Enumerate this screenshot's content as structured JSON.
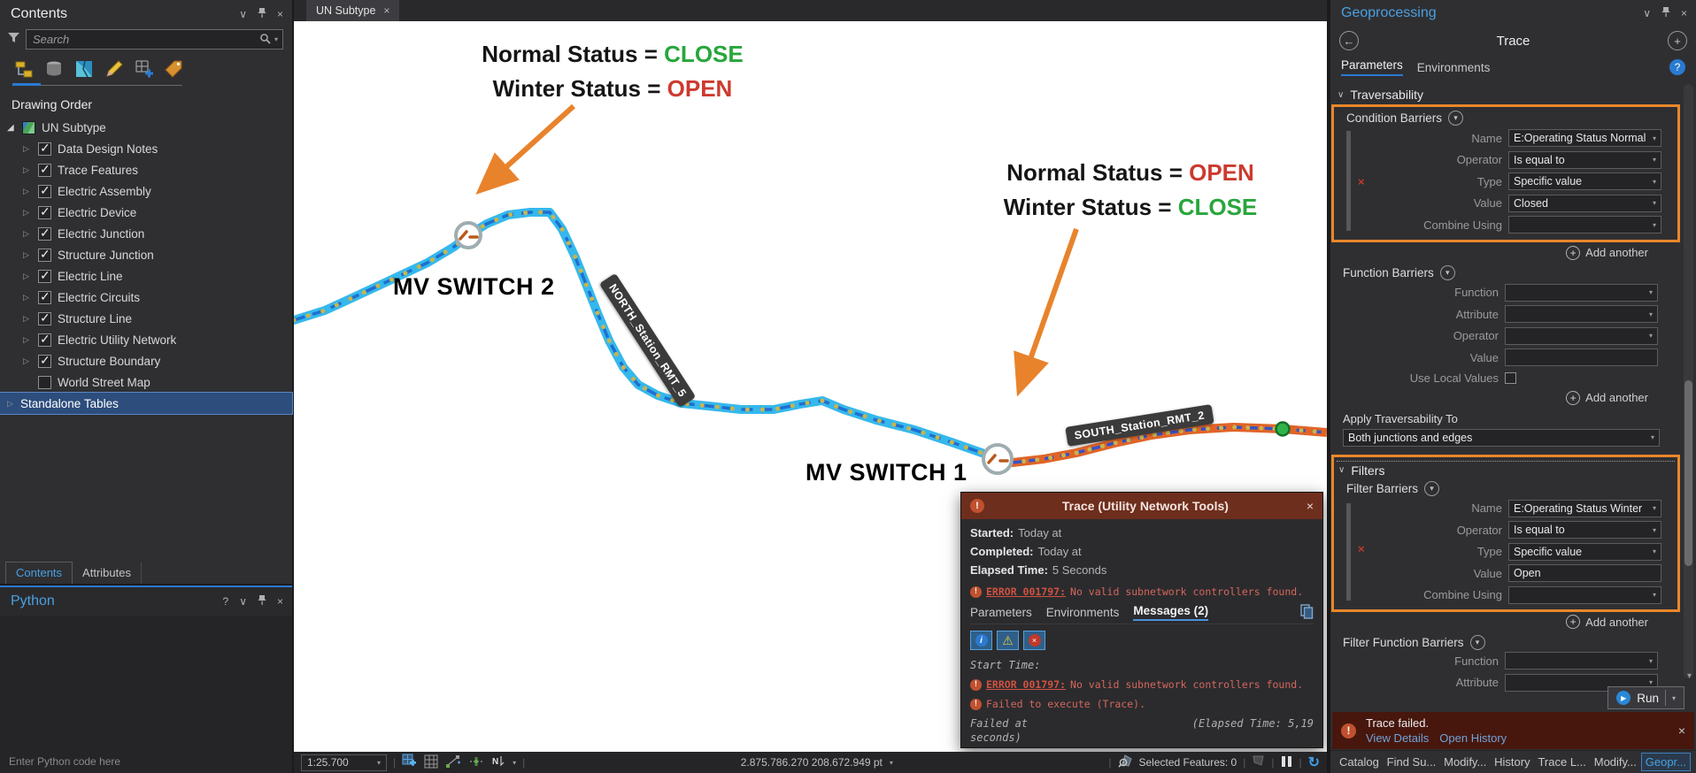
{
  "colors": {
    "accent_blue": "#4AA0E0",
    "selection_blue": "#2D4D7C",
    "highlight_orange": "#E8872A",
    "annotation_green": "#28A63C",
    "annotation_red": "#CC3A2E",
    "arrow_orange": "#E8832C",
    "line_cyan": "#35B8EC",
    "line_orange": "#E06428",
    "dialog_header_red": "#6E2E1D",
    "error_text": "#D4675A",
    "trace_dot_green": "#2FB44A"
  },
  "icons": {
    "close": "×",
    "chevron": "▾",
    "chevron_wide": "∨",
    "plus": "+",
    "back": "←",
    "help": "?",
    "play": "▶",
    "branch_collapsed": "▷",
    "branch_expanded": "◢",
    "warning": "⚠",
    "refresh": "↻",
    "info": "i",
    "error_x": "×",
    "bang": "!"
  },
  "contents": {
    "title": "Contents",
    "search_placeholder": "Search",
    "drawing_order_label": "Drawing Order",
    "root_layer": "UN Subtype",
    "layers": [
      {
        "label": "Data Design Notes",
        "checked": true
      },
      {
        "label": "Trace Features",
        "checked": true
      },
      {
        "label": "Electric Assembly",
        "checked": true
      },
      {
        "label": "Electric Device",
        "checked": true
      },
      {
        "label": "Electric Junction",
        "checked": true
      },
      {
        "label": "Structure Junction",
        "checked": true
      },
      {
        "label": "Electric Line",
        "checked": true
      },
      {
        "label": "Electric Circuits",
        "checked": true
      },
      {
        "label": "Structure Line",
        "checked": true
      },
      {
        "label": "Electric Utility Network",
        "checked": true
      },
      {
        "label": "Structure Boundary",
        "checked": true
      },
      {
        "label": "World Street Map",
        "checked": false
      }
    ],
    "standalone_tables": "Standalone Tables",
    "tabs": [
      {
        "label": "Contents",
        "active": true
      },
      {
        "label": "Attributes",
        "active": false
      }
    ]
  },
  "python": {
    "title": "Python",
    "prompt_placeholder": "Enter Python code here"
  },
  "map": {
    "tab_title": "UN Subtype",
    "annotation_left": {
      "line1_label": "Normal Status = ",
      "line1_value": "CLOSE",
      "line2_label": "Winter Status = ",
      "line2_value": "OPEN"
    },
    "annotation_right": {
      "line1_label": "Normal Status = ",
      "line1_value": "OPEN",
      "line2_label": "Winter Status = ",
      "line2_value": "CLOSE"
    },
    "switch2_label": "MV SWITCH 2",
    "switch1_label": "MV SWITCH 1",
    "north_station_label": "NORTH_Station_RMT_5",
    "south_station_label": "SOUTH_Station_RMT_2"
  },
  "trace_dialog": {
    "title": "Trace (Utility Network Tools)",
    "started_label": "Started:",
    "started_value": "Today at",
    "completed_label": "Completed:",
    "completed_value": "Today at",
    "elapsed_label": "Elapsed Time:",
    "elapsed_value": "5 Seconds",
    "error_code": "ERROR 001797:",
    "error_message": "No valid subnetwork controllers found.",
    "tabs": [
      {
        "label": "Parameters",
        "active": false
      },
      {
        "label": "Environments",
        "active": false
      },
      {
        "label": "Messages (2)",
        "active": true
      }
    ],
    "start_time_label": "Start Time:",
    "msg_error_code": "ERROR 001797:",
    "msg_error_message": "No valid subnetwork controllers found.",
    "failed_message": "Failed to execute (Trace).",
    "failed_at_left": "Failed at",
    "failed_at_right": "(Elapsed Time: 5,19",
    "failed_at_wrap": "seconds)"
  },
  "statusbar": {
    "scale": "1:25.700",
    "coordinates": "2.875.786.270 208.672.949 pt",
    "selected_features": "Selected Features: 0"
  },
  "geoprocessing": {
    "panel_title": "Geoprocessing",
    "tool_title": "Trace",
    "tabs": [
      {
        "label": "Parameters",
        "active": true
      },
      {
        "label": "Environments",
        "active": false
      }
    ],
    "traversability_header": "Traversability",
    "condition_barriers": {
      "title": "Condition Barriers",
      "rows": [
        {
          "label": "Name",
          "value": "E:Operating Status Normal"
        },
        {
          "label": "Operator",
          "value": "Is equal to"
        },
        {
          "label": "Type",
          "value": "Specific value"
        },
        {
          "label": "Value",
          "value": "Closed"
        },
        {
          "label": "Combine Using",
          "value": ""
        }
      ],
      "add_label": "Add another"
    },
    "function_barriers": {
      "title": "Function Barriers",
      "rows": [
        {
          "label": "Function",
          "value": ""
        },
        {
          "label": "Attribute",
          "value": ""
        },
        {
          "label": "Operator",
          "value": ""
        },
        {
          "label": "Value",
          "value": ""
        }
      ],
      "use_local_values_label": "Use Local Values",
      "add_label": "Add another"
    },
    "apply_traversability_label": "Apply Traversability To",
    "apply_traversability_value": "Both junctions and edges",
    "filters_header": "Filters",
    "filter_barriers": {
      "title": "Filter Barriers",
      "rows": [
        {
          "label": "Name",
          "value": "E:Operating Status Winter"
        },
        {
          "label": "Operator",
          "value": "Is equal to"
        },
        {
          "label": "Type",
          "value": "Specific value"
        },
        {
          "label": "Value",
          "value": "Open"
        },
        {
          "label": "Combine Using",
          "value": ""
        }
      ],
      "add_label": "Add another"
    },
    "filter_function_barriers": {
      "title": "Filter Function Barriers",
      "rows": [
        {
          "label": "Function",
          "value": ""
        },
        {
          "label": "Attribute",
          "value": ""
        }
      ]
    },
    "run_label": "Run",
    "notification": {
      "message": "Trace failed.",
      "link1": "View Details",
      "link2": "Open History"
    },
    "dock_tabs": [
      {
        "label": "Catalog",
        "active": false
      },
      {
        "label": "Find Su...",
        "active": false
      },
      {
        "label": "Modify...",
        "active": false
      },
      {
        "label": "History",
        "active": false
      },
      {
        "label": "Trace L...",
        "active": false
      },
      {
        "label": "Modify...",
        "active": false
      },
      {
        "label": "Geopr...",
        "active": true
      }
    ]
  }
}
